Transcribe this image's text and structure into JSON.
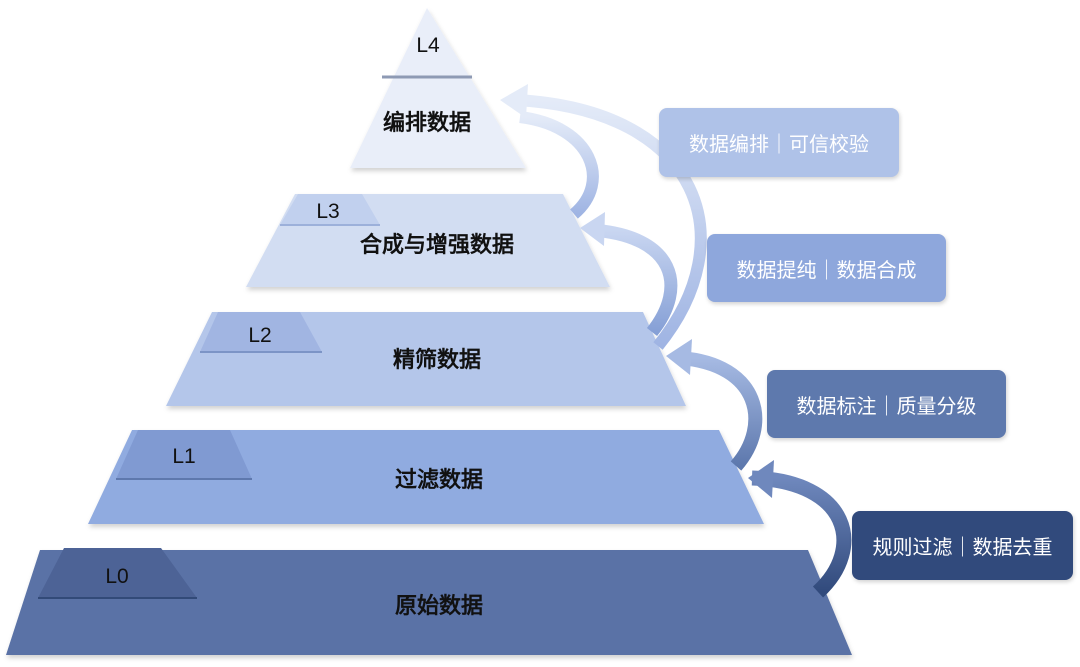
{
  "diagram": {
    "layers": [
      {
        "level": "L0",
        "label": "原始数据",
        "color": "#5a72a6"
      },
      {
        "level": "L1",
        "label": "过滤数据",
        "color": "#90abe0"
      },
      {
        "level": "L2",
        "label": "精筛数据",
        "color": "#b4c6ea"
      },
      {
        "level": "L3",
        "label": "合成与增强数据",
        "color": "#d2ddf2"
      },
      {
        "level": "L4",
        "label": "编排数据",
        "color": "#e9eef9"
      }
    ],
    "actions": [
      {
        "label": "规则过滤｜数据去重",
        "color": "#314a7c"
      },
      {
        "label": "数据标注｜质量分级",
        "color": "#5e79ad"
      },
      {
        "label": "数据提纯｜数据合成",
        "color": "#8ea7dc"
      },
      {
        "label": "数据编排｜可信校验",
        "color": "#afc2e8"
      }
    ]
  }
}
